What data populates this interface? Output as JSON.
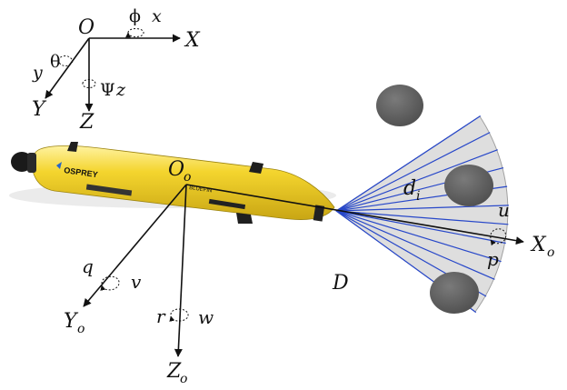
{
  "world_frame": {
    "origin": "O",
    "x_axis": "X",
    "y_axis": "Y",
    "z_axis": "Z",
    "x_rot_symbol": "ϕ",
    "x_lin_symbol": "x",
    "y_rot_symbol": "θ",
    "y_lin_symbol": "y",
    "z_rot_symbol": "Ψ",
    "z_lin_symbol": "z"
  },
  "body_frame": {
    "origin": "O",
    "origin_sub": "o",
    "x_axis": "X",
    "x_sub": "o",
    "y_axis": "Y",
    "y_sub": "o",
    "z_axis": "Z",
    "z_sub": "o",
    "surge": "u",
    "roll_rate": "p",
    "sway": "v",
    "pitch_rate": "q",
    "heave": "w",
    "yaw_rate": "r"
  },
  "vehicle": {
    "brand": "OSPREY",
    "side_text": "BLUEFIN"
  },
  "sonar": {
    "range_label": "D",
    "beam_label": "d",
    "beam_sub": "i",
    "beam_count": 12
  },
  "obstacles_count": 3,
  "colors": {
    "vehicle_body": "#f2d22e",
    "sonar_fan": "#dedede",
    "sonar_beam": "#2747c9",
    "obstacle": "#5e5e5e",
    "axis": "#111111"
  }
}
